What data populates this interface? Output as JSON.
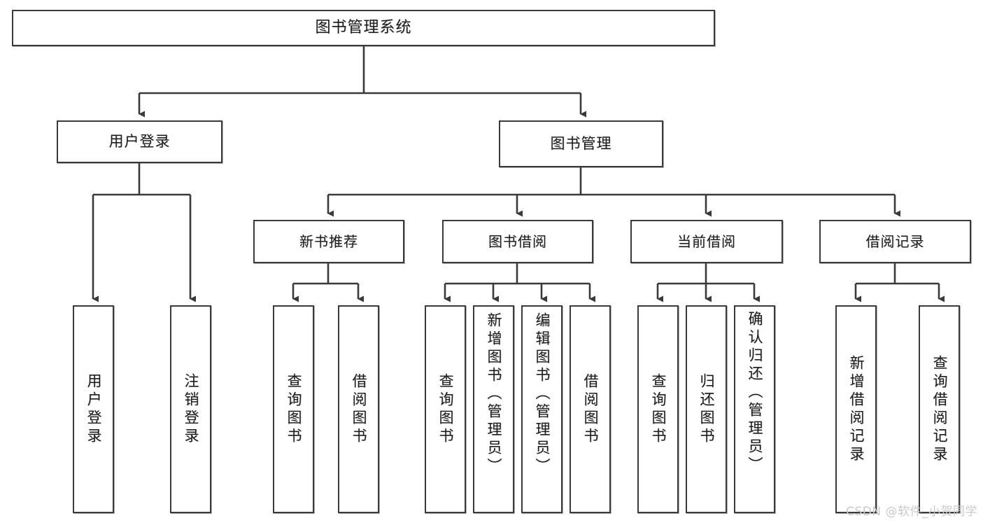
{
  "diagram": {
    "title": "图书管理系统",
    "watermark": "CSDN @软件_小贺同学",
    "colors": {
      "stroke": "#3a3a3a",
      "box_fill": "#ffffff",
      "text": "#1d1d1d",
      "watermark": "#c9c9c9",
      "background": "#ffffff"
    },
    "root": {
      "label": "图书管理系统"
    },
    "level1": [
      {
        "label": "用户登录"
      },
      {
        "label": "图书管理"
      }
    ],
    "level2": [
      {
        "label": "新书推荐"
      },
      {
        "label": "图书借阅"
      },
      {
        "label": "当前借阅"
      },
      {
        "label": "借阅记录"
      }
    ],
    "leaves": {
      "user_login": [
        {
          "label": "用户登录"
        },
        {
          "label": "注销登录"
        }
      ],
      "new_book_recommend": [
        {
          "label": "查询图书"
        },
        {
          "label": "借阅图书"
        }
      ],
      "book_borrow": [
        {
          "label": "查询图书"
        },
        {
          "label": "新增图书（管理员）"
        },
        {
          "label": "编辑图书（管理员）"
        },
        {
          "label": "借阅图书"
        }
      ],
      "current_borrow": [
        {
          "label": "查询图书"
        },
        {
          "label": "归还图书"
        },
        {
          "label": "确认归还（管理员）"
        }
      ],
      "borrow_record": [
        {
          "label": "新增借阅记录"
        },
        {
          "label": "查询借阅记录"
        }
      ]
    }
  }
}
